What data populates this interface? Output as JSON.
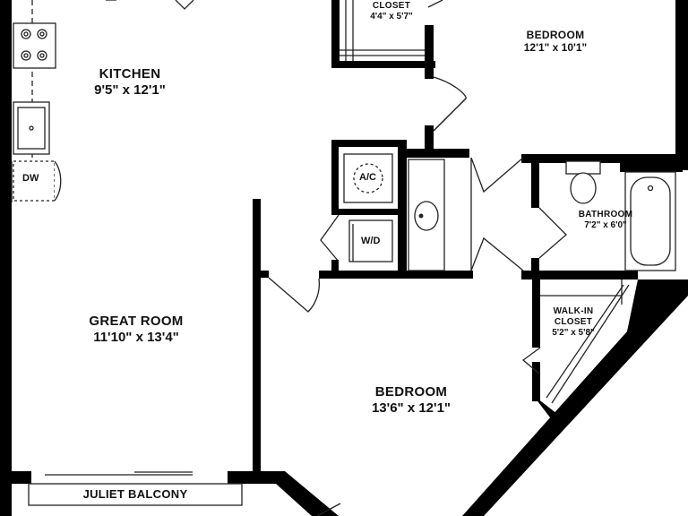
{
  "rooms": {
    "closet_top": {
      "name": "CLOSET",
      "dims": "4'4\" x 5'7\""
    },
    "bedroom_upper": {
      "name": "BEDROOM",
      "dims": "12'1\" x 10'1\""
    },
    "kitchen": {
      "name": "KITCHEN",
      "dims": "9'5\" x 12'1\""
    },
    "bathroom": {
      "name": "BATHROOM",
      "dims": "7'2\" x 6'0\""
    },
    "great_room": {
      "name": "GREAT ROOM",
      "dims": "11'10\" x 13'4\""
    },
    "walk_in_closet": {
      "name_line1": "WALK-IN",
      "name_line2": "CLOSET",
      "dims": "5'2\" x 5'8\""
    },
    "bedroom_lower": {
      "name": "BEDROOM",
      "dims": "13'6\" x 12'1\""
    }
  },
  "fixtures": {
    "ac": "A/C",
    "wd": "W/D",
    "dw": "DW"
  },
  "balcony": {
    "label": "JULIET BALCONY"
  },
  "colors": {
    "wall": "#000000",
    "line": "#222222",
    "fixture_fill": "#ffffff"
  }
}
